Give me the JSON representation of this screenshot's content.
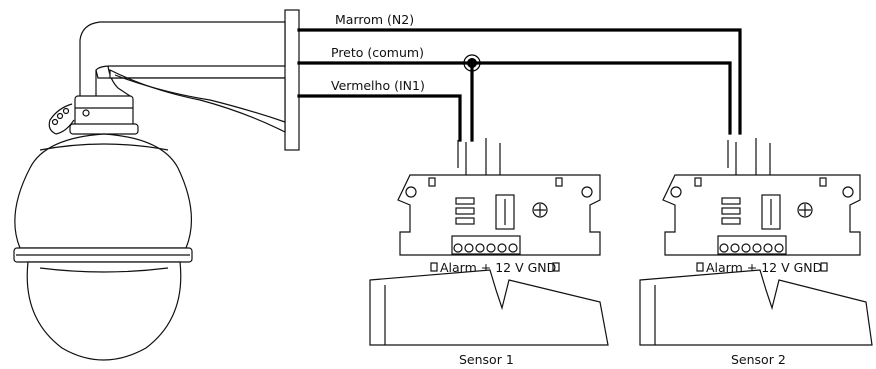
{
  "wires": {
    "brown": "Marrom (N2)",
    "black": "Preto (comum)",
    "red": "Vermelho (IN1)"
  },
  "sensors": [
    {
      "terminals": "Alarm + 12 V GND",
      "name": "Sensor 1"
    },
    {
      "terminals": "Alarm + 12 V GND",
      "name": "Sensor 2"
    }
  ]
}
